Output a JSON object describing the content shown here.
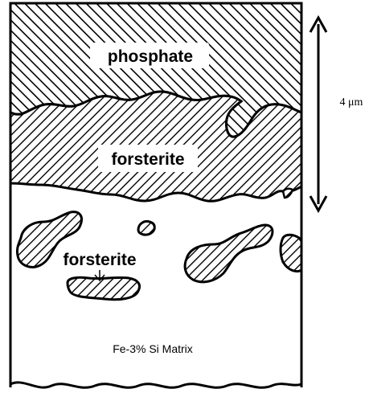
{
  "diagram": {
    "layers": {
      "top_layer_label": "phosphate",
      "middle_layer_label": "forsterite",
      "inclusion_label": "forsterite",
      "matrix_label": "Fe-3% Si Matrix"
    },
    "scale_bar": {
      "label": "4 μm"
    },
    "colors": {
      "ink": "#000000",
      "background": "#ffffff"
    }
  }
}
